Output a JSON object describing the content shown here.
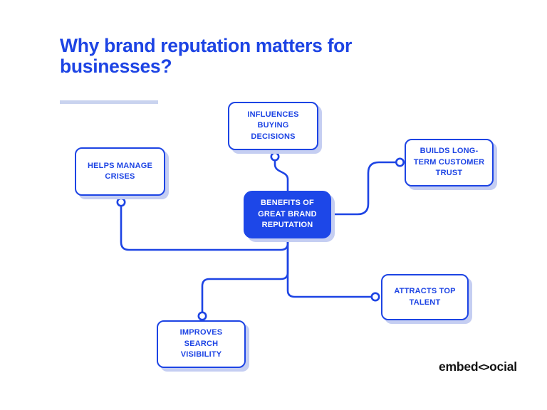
{
  "header": {
    "title": "Why brand reputation matters for businesses?"
  },
  "colors": {
    "primary_blue": "#1d44e4",
    "center_node_fill": "#1d47e8",
    "box_shadow": "#c5cef2",
    "title_underline": "#c9d3ef",
    "logo_black": "#111111",
    "background": "#ffffff"
  },
  "diagram": {
    "center_node": {
      "label": "BENEFITS OF GREAT BRAND REPUTATION"
    },
    "nodes": [
      {
        "id": "influences",
        "label": "INFLUENCES BUYING DECISIONS"
      },
      {
        "id": "helps",
        "label": "HELPS MANAGE CRISES"
      },
      {
        "id": "builds",
        "label": "BUILDS LONG-TERM CUSTOMER TRUST"
      },
      {
        "id": "attracts",
        "label": "ATTRACTS TOP TALENT"
      },
      {
        "id": "improves",
        "label": "IMPROVES SEARCH VISIBILITY"
      }
    ]
  },
  "footer": {
    "logo_prefix": "embed",
    "logo_glyph": "<>",
    "logo_suffix": "ocial"
  }
}
